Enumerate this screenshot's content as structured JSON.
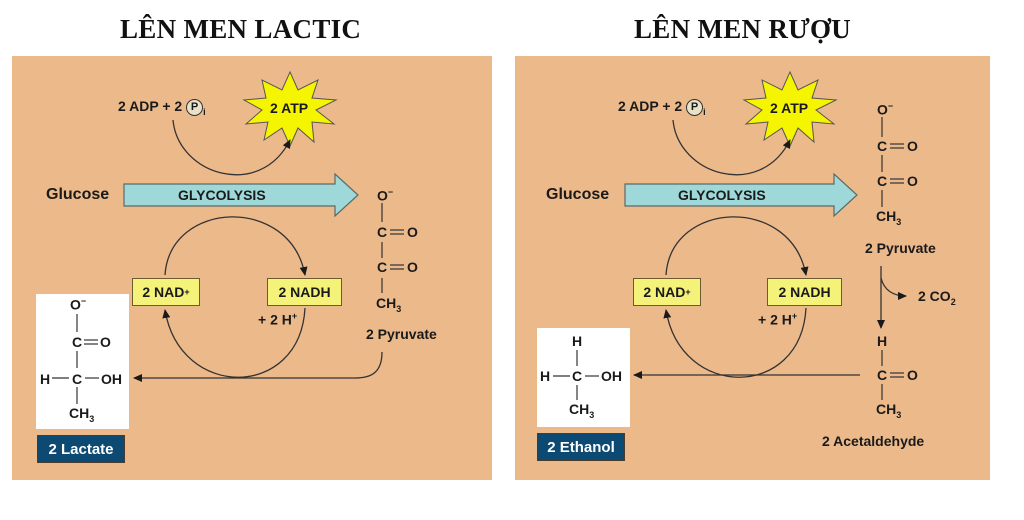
{
  "left": {
    "title": "LÊN MEN LACTIC",
    "adp": "2 ADP + 2",
    "pi": "P",
    "pi_sub": "i",
    "atp": "2 ATP",
    "glucose": "Glucose",
    "glycolysis": "GLYCOLYSIS",
    "nad": "2 NAD",
    "nad_sup": "+",
    "nadh": "2 NADH",
    "h": "+ 2 H",
    "h_sup": "+",
    "pyruvate_label": "2 Pyruvate",
    "pyruvate": {
      "o_minus": "O",
      "charge": "−",
      "c1": "C",
      "c2": "C",
      "o": "O",
      "ch3": "CH",
      "ch3_sub": "3"
    },
    "product": {
      "o_minus": "O",
      "charge": "−",
      "c1": "C",
      "o": "O",
      "h": "H",
      "c2": "C",
      "oh": "OH",
      "ch3": "CH",
      "ch3_sub": "3"
    },
    "product_label": "2 Lactate"
  },
  "right": {
    "title": "LÊN MEN RƯỢU",
    "adp": "2 ADP + 2",
    "pi": "P",
    "pi_sub": "i",
    "atp": "2 ATP",
    "glucose": "Glucose",
    "glycolysis": "GLYCOLYSIS",
    "nad": "2 NAD",
    "nad_sup": "+",
    "nadh": "2 NADH",
    "h": "+ 2 H",
    "h_sup": "+",
    "pyruvate_label": "2 Pyruvate",
    "pyruvate": {
      "o_minus": "O",
      "charge": "−",
      "c1": "C",
      "c2": "C",
      "o": "O",
      "ch3": "CH",
      "ch3_sub": "3"
    },
    "co2": "2 CO",
    "co2_sub": "2",
    "acetaldehyde": {
      "h": "H",
      "c": "C",
      "o": "O",
      "ch3": "CH",
      "ch3_sub": "3"
    },
    "acetaldehyde_label": "2 Acetaldehyde",
    "product": {
      "h_top": "H",
      "h": "H",
      "c": "C",
      "oh": "OH",
      "ch3": "CH",
      "ch3_sub": "3"
    },
    "product_label": "2 Ethanol"
  },
  "colors": {
    "panel": "#ecb98a",
    "glycolysis_arrow": "#9ed8d8",
    "atp_star": "#f5f500",
    "nad_box": "#f5f27a",
    "label_bg": "#0d4a73"
  }
}
